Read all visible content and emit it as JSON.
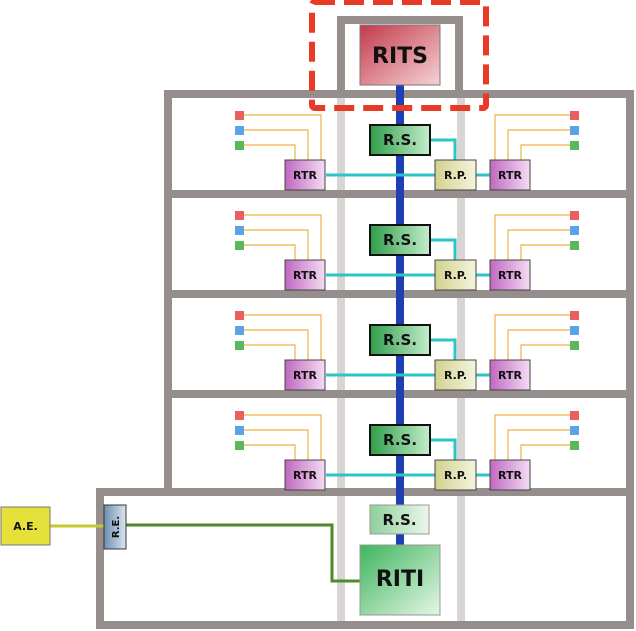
{
  "labels": {
    "rits": "RITS",
    "riti": "RITI",
    "rs": "R.S.",
    "rp": "R.P.",
    "rtr": "RTR",
    "re": "R.E.",
    "ae": "A.E."
  },
  "colors": {
    "building": "#968d8d",
    "shaft": "#d9d5d5",
    "riser": "#1e3fb3",
    "cable_cyan": "#2ec4c4",
    "cable_orange": "#f0b040",
    "cable_green": "#4d8a2a",
    "cable_yellow": "#c8c830",
    "highlight_dash": "#e83a26",
    "socket_red": "#e86060",
    "socket_blue": "#5ba3e8",
    "socket_green": "#5cb85c"
  },
  "floors": [
    {
      "rs": "R.S.",
      "rp": "R.P.",
      "rtr_left": "RTR",
      "rtr_right": "RTR"
    },
    {
      "rs": "R.S.",
      "rp": "R.P.",
      "rtr_left": "RTR",
      "rtr_right": "RTR"
    },
    {
      "rs": "R.S.",
      "rp": "R.P.",
      "rtr_left": "RTR",
      "rtr_right": "RTR"
    },
    {
      "rs": "R.S.",
      "rp": "R.P.",
      "rtr_left": "RTR",
      "rtr_right": "RTR"
    }
  ]
}
